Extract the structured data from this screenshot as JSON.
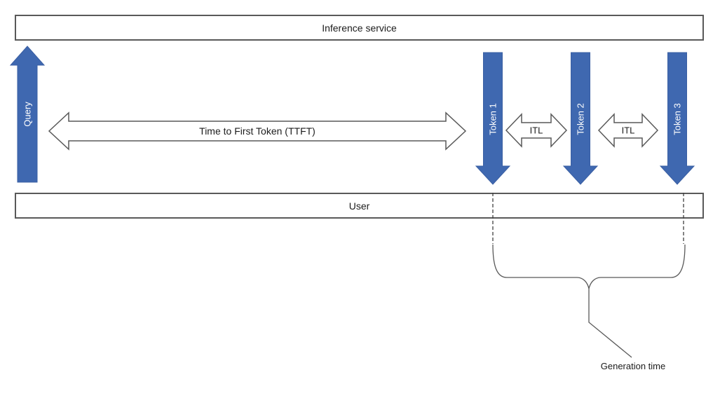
{
  "bars": {
    "inference": "Inference service",
    "user": "User"
  },
  "arrows": {
    "query": "Query",
    "ttft": "Time to First Token (TTFT)",
    "tokens": [
      "Token 1",
      "Token 2",
      "Token 3"
    ],
    "itl": [
      "ITL",
      "ITL"
    ]
  },
  "annotations": {
    "generation_time": "Generation time"
  },
  "colors": {
    "arrow_blue": "#3F68B0",
    "outline_gray": "#595959",
    "text": "#1b1b1b"
  }
}
